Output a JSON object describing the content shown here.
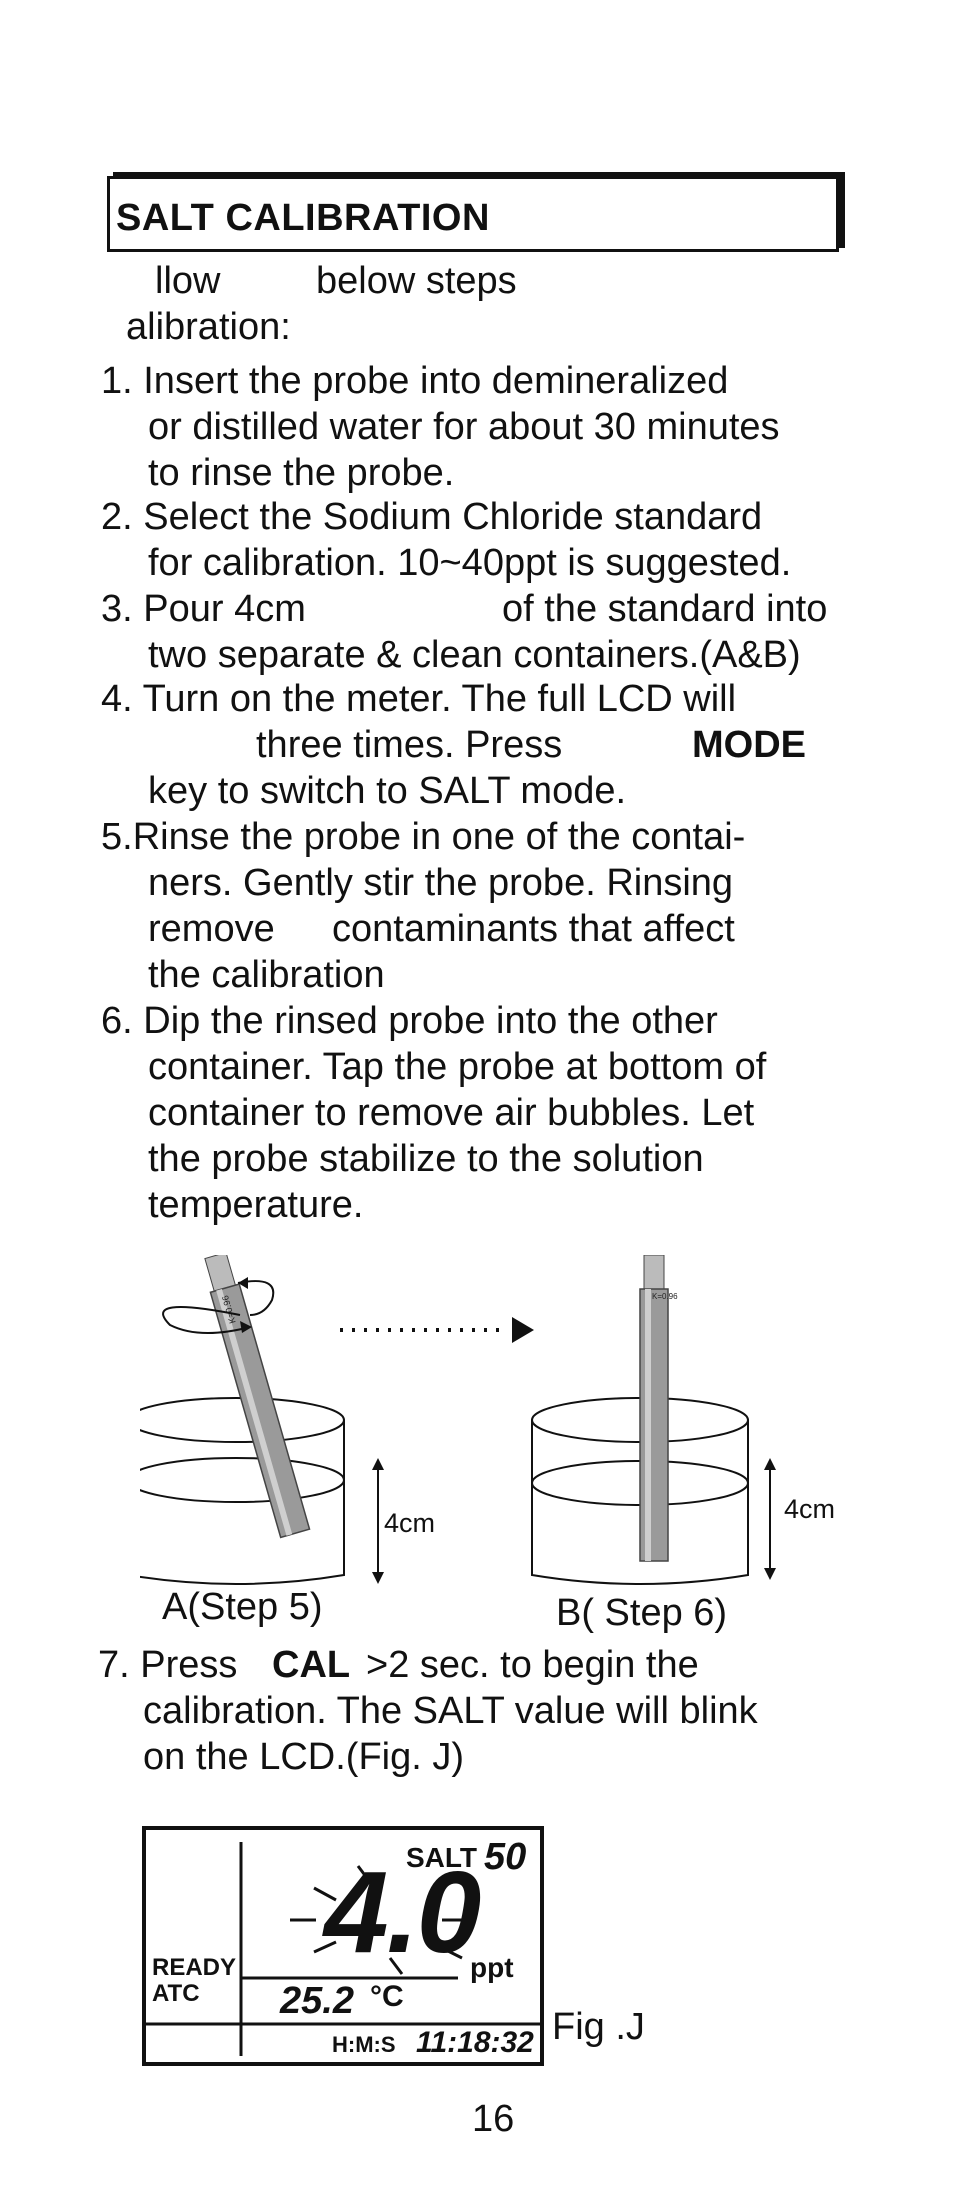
{
  "header": {
    "title": "SALT CALIBRATION"
  },
  "intro": {
    "line1a": "llow",
    "line1b": "below steps",
    "line2": "alibration:"
  },
  "steps": {
    "s1": [
      "1. Insert the probe into demineralized",
      "or distilled water for about 30 minutes",
      "to rinse the probe."
    ],
    "s2": [
      "2. Select the Sodium Chloride standard",
      "for calibration. 10~40ppt is suggested."
    ],
    "s3": [
      "3. Pour 4cm",
      "of the standard into",
      "two separate & clean containers.(A&B)"
    ],
    "s4": [
      "4. Turn on the meter. The full LCD will",
      "three times. Press",
      "MODE",
      "key to switch to SALT mode."
    ],
    "s5": [
      "5.Rinse the probe in one of the contai-",
      "ners. Gently stir the probe. Rinsing",
      "remove",
      "contaminants that affect",
      "the calibration"
    ],
    "s6": [
      "6. Dip the rinsed probe into the other",
      "container. Tap the probe at bottom of",
      "container to remove air bubbles. Let",
      "the probe stabilize to the solution",
      "temperature."
    ],
    "s7": [
      "7. Press",
      "CAL",
      ">2 sec. to begin the",
      "calibration. The SALT value will blink",
      "on the LCD.(Fig. J)"
    ]
  },
  "figure_probes": {
    "arrow_dots": ". . . . . . . . . .",
    "depth_label_a": "4cm",
    "depth_label_b": "4cm",
    "probe_label_a": "K=0.96",
    "probe_label_b": "K=0.96",
    "caption_a": "A(Step 5)",
    "caption_b": "B( Step 6)"
  },
  "lcd": {
    "mode": "SALT",
    "range": "50",
    "main_value": "4.0",
    "unit": "ppt",
    "ready": "READY",
    "atc": "ATC",
    "temperature": "25.2",
    "temp_unit": "°C",
    "time_label": "H:M:S",
    "time": "11:18:32"
  },
  "figure_caption": "Fig .J",
  "page_number": "16"
}
